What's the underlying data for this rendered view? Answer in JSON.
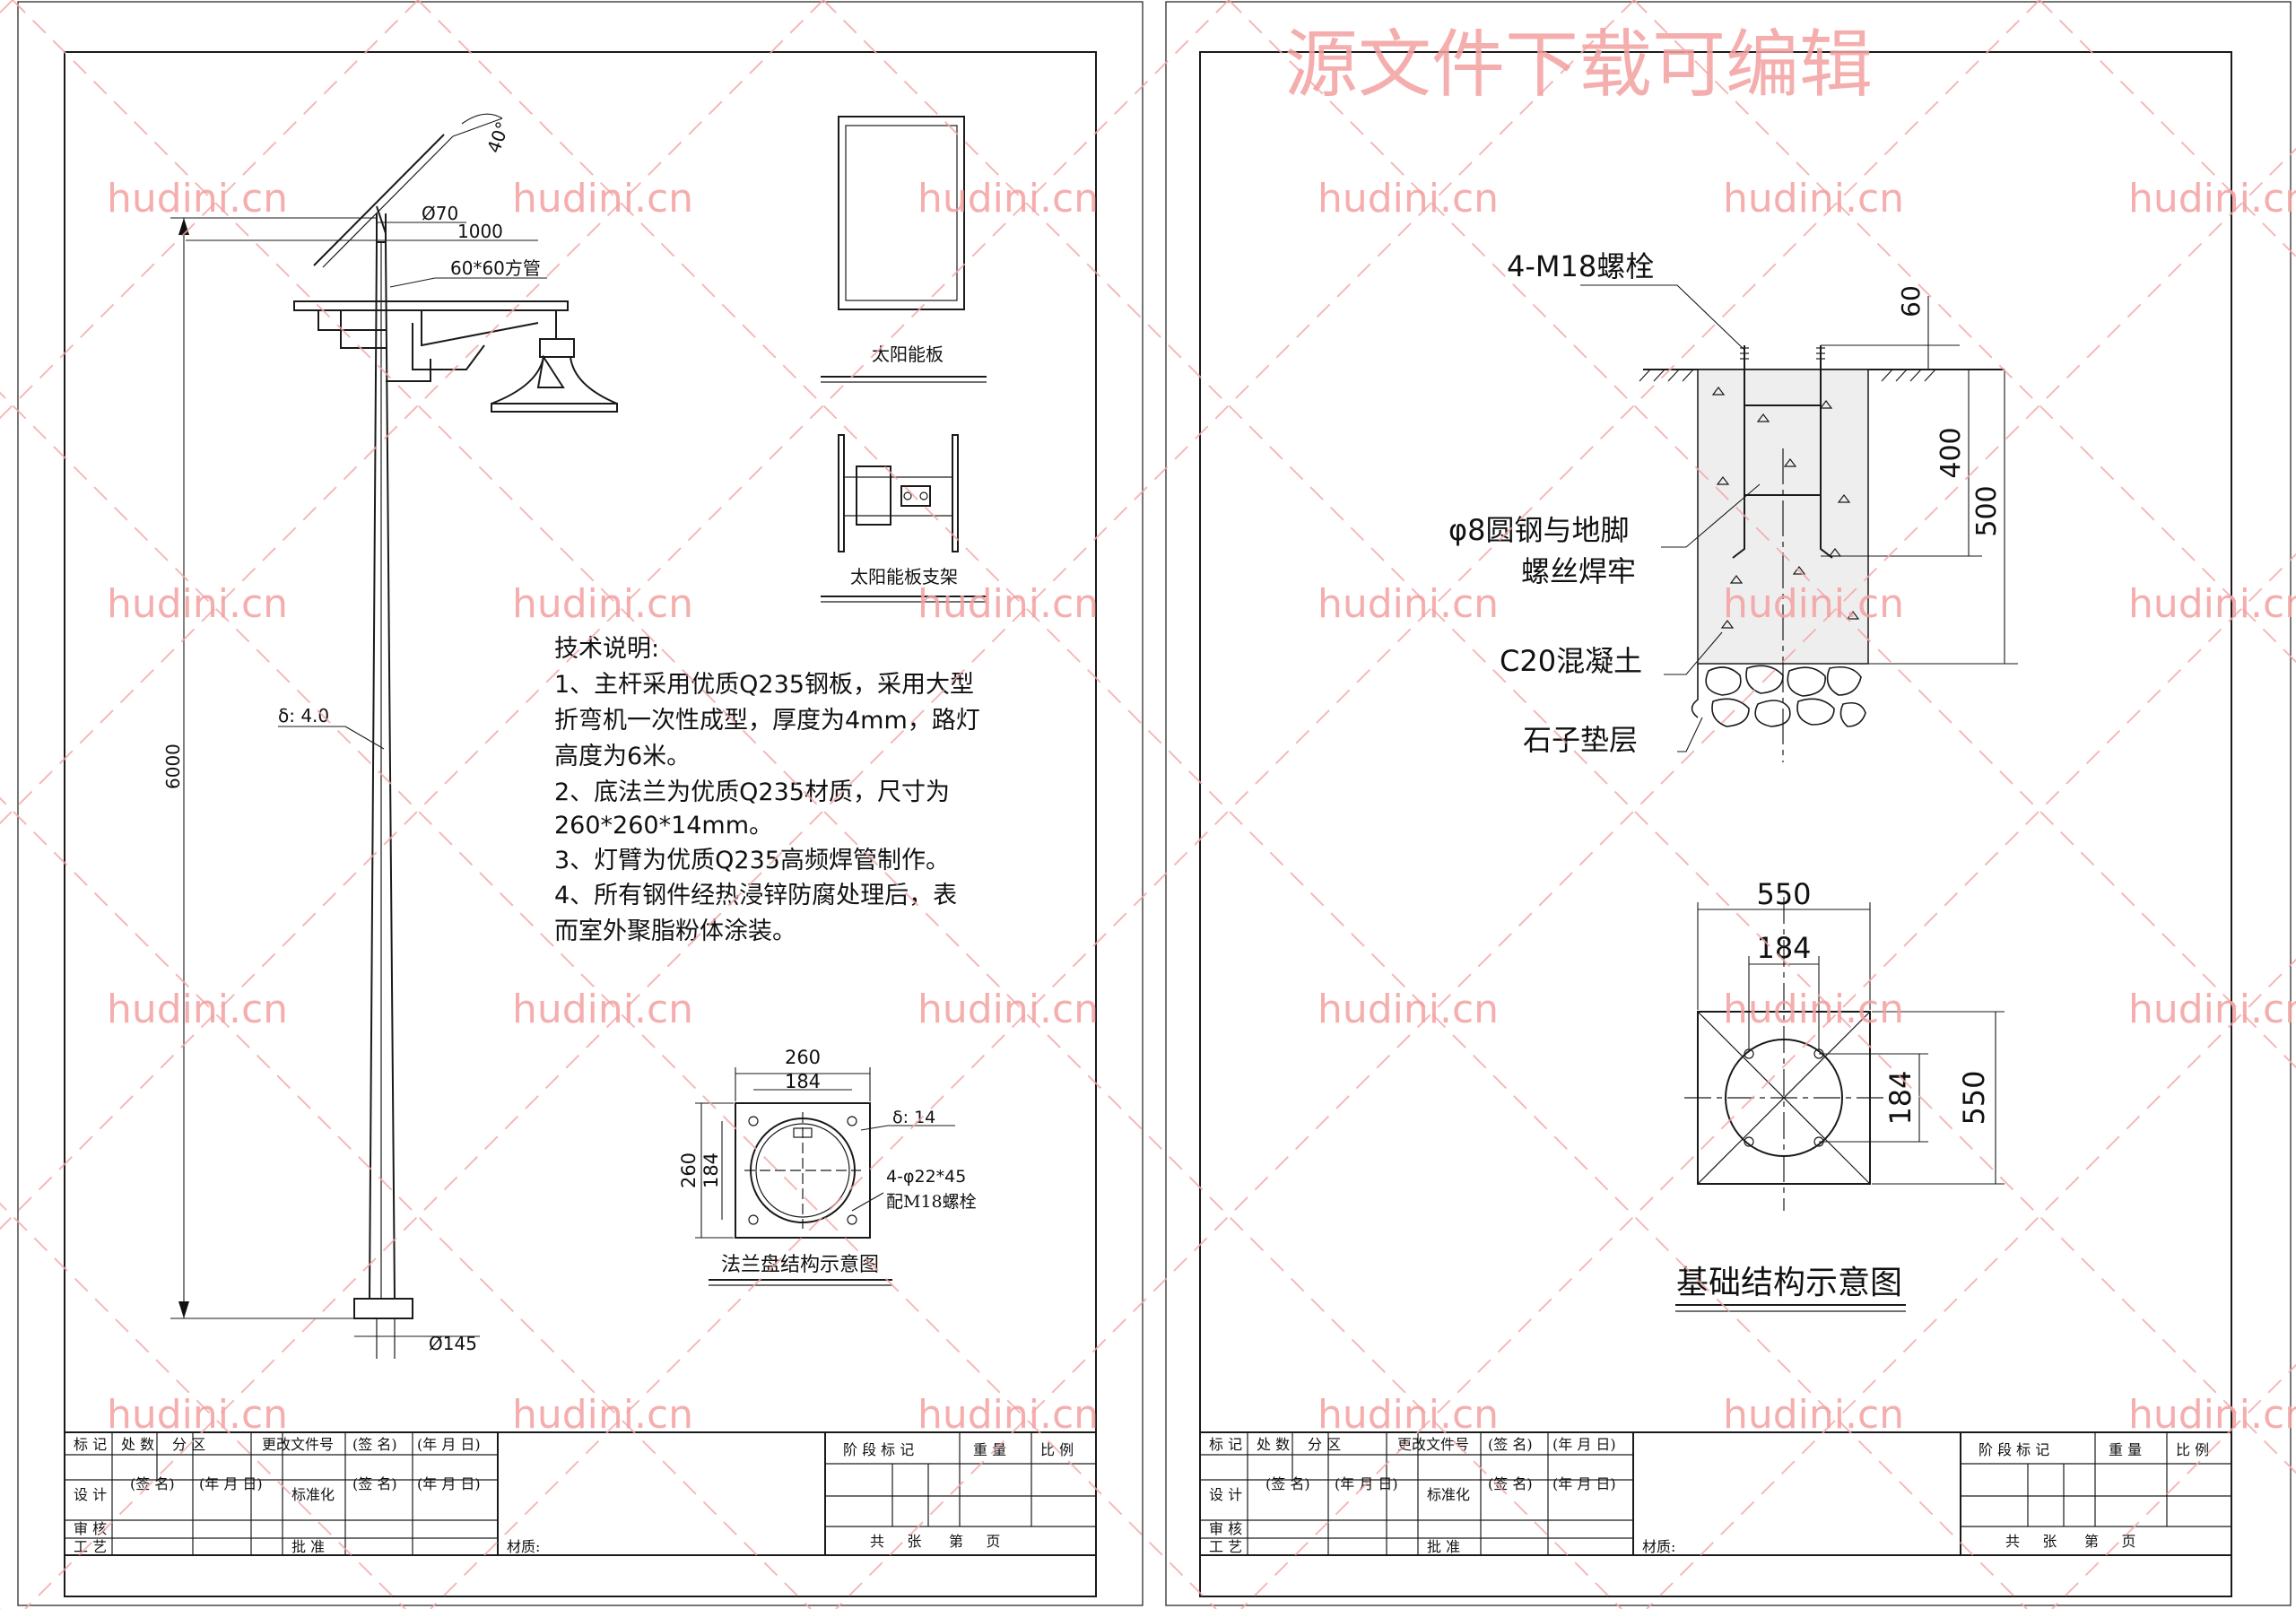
{
  "watermark": {
    "site": "hudini.cn",
    "banner": "源文件下载可编辑"
  },
  "left_sheet": {
    "pole": {
      "angle_label": "40°",
      "top_diameter": "Ø70",
      "arm_length": "1000",
      "arm_tube": "60*60方管",
      "thickness": "δ: 4.0",
      "height": "6000",
      "base_diameter": "Ø145"
    },
    "solar_panel_caption": "太阳能板",
    "bracket_caption": "太阳能板支架",
    "notes": {
      "heading": "技术说明:",
      "lines": [
        "1、主杆采用优质Q235钢板，采用大型",
        "折弯机一次性成型，厚度为4mm，路灯",
        "高度为6米。",
        "2、底法兰为优质Q235材质，尺寸为",
        "260*260*14mm。",
        "3、灯臂为优质Q235高频焊管制作。",
        "4、所有钢件经热浸锌防腐处理后，表",
        "而室外聚脂粉体涂装。"
      ]
    },
    "flange": {
      "outer_width": "260",
      "bolt_spacing_h": "184",
      "outer_height": "260",
      "bolt_spacing_v": "184",
      "thickness": "δ: 14",
      "holes": "4-φ22*45",
      "bolts": "配M18螺栓",
      "caption": "法兰盘结构示意图"
    },
    "title_block": {
      "row1": [
        "标 记",
        "处 数",
        "分 区",
        "更改文件号",
        "(签 名)",
        "(年 月 日)"
      ],
      "design": "设 计",
      "sign": "(签 名)",
      "date": "(年 月 日)",
      "standard": "标准化",
      "sign2": "(签 名)",
      "date2": "(年 月 日)",
      "review": "审 核",
      "process": "工 艺",
      "approve": "批 准",
      "stage": "阶 段 标 记",
      "weight": "重 量",
      "scale": "比 例",
      "material": "材质:",
      "sheets": "共     张      第     页"
    }
  },
  "right_sheet": {
    "section": {
      "bolt_label": "4-M18螺栓",
      "rebar_line1": "φ8圆钢与地脚",
      "rebar_line2": "螺丝焊牢",
      "concrete": "C20混凝土",
      "gravel": "石子垫层",
      "dim_top": "60",
      "dim_mid": "400",
      "dim_total": "500"
    },
    "plan": {
      "width": "550",
      "bolt_spacing_h": "184",
      "bolt_spacing_v": "184",
      "height": "550",
      "caption": "基础结构示意图"
    },
    "title_block": {
      "row1": [
        "标 记",
        "处 数",
        "分 区",
        "更改文件号",
        "(签 名)",
        "(年 月 日)"
      ],
      "design": "设 计",
      "sign": "(签 名)",
      "date": "(年 月 日)",
      "standard": "标准化",
      "sign2": "(签 名)",
      "date2": "(年 月 日)",
      "review": "审 核",
      "process": "工 艺",
      "approve": "批 准",
      "stage": "阶 段 标 记",
      "weight": "重 量",
      "scale": "比 例",
      "material": "材质:",
      "sheets": "共     张      第     页"
    }
  }
}
